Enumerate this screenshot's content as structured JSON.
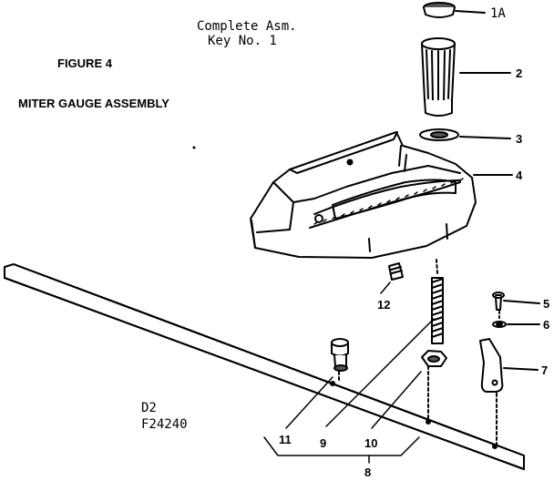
{
  "header": {
    "line1": "Complete Asm.",
    "line2": "Key No. 1",
    "figure": "FIGURE 4",
    "title": "MITER GAUGE ASSEMBLY"
  },
  "drawing_code": {
    "line1": "D2",
    "line2": "F24240"
  },
  "callouts": [
    "1A",
    "2",
    "3",
    "4",
    "5",
    "6",
    "7",
    "8",
    "9",
    "10",
    "11",
    "12"
  ],
  "colors": {
    "ink": "#000000",
    "paper": "#ffffff"
  }
}
